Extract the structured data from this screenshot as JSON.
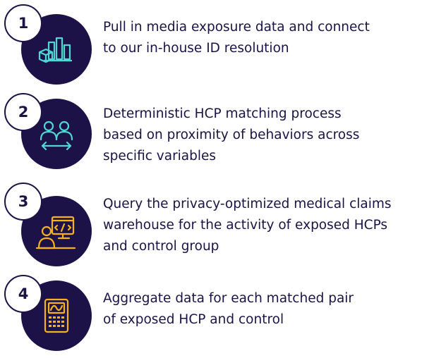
{
  "colors": {
    "circle_fill": "#1d1248",
    "text": "#1d1248",
    "icon_teal": "#4fd8d2",
    "icon_yellow": "#f5b21c"
  },
  "steps": [
    {
      "number": "1",
      "icon": "bar-chart-cube-icon",
      "lines": [
        "Pull in media exposure data and connect",
        "to our in-house ID resolution"
      ]
    },
    {
      "number": "2",
      "icon": "people-matching-icon",
      "lines": [
        "Deterministic HCP matching process",
        "based on proximity of behaviors across",
        "specific variables"
      ]
    },
    {
      "number": "3",
      "icon": "person-code-screen-icon",
      "lines": [
        "Query the privacy-optimized medical claims",
        "warehouse for the activity of exposed HCPs",
        "and control group"
      ]
    },
    {
      "number": "4",
      "icon": "calculator-icon",
      "lines": [
        "Aggregate data for each matched pair",
        "of exposed HCP and control"
      ]
    }
  ]
}
